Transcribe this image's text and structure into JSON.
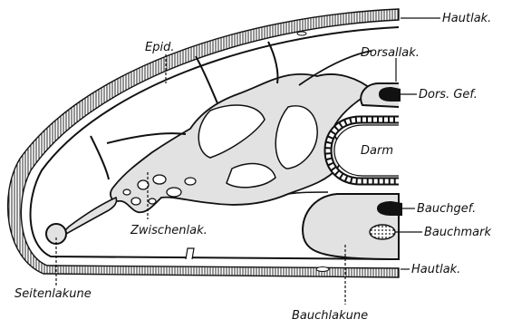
{
  "labels": {
    "hautlak_top": "Hautlak.",
    "epid": "Epid.",
    "dorsallak": "Dorsallak.",
    "dors_gef": "Dors. Gef.",
    "darm": "Darm",
    "bauchgef": "Bauchgef.",
    "bauchmark": "Bauchmark",
    "zwischenlak": "Zwischenlak.",
    "hautlak_bottom": "Hautlak.",
    "seitenlakune": "Seitenlakune",
    "bauchlakune": "Bauchlakune"
  },
  "colors": {
    "ink": "#111111",
    "lacuna_fill": "#e2e2e2",
    "paper": "#ffffff"
  }
}
